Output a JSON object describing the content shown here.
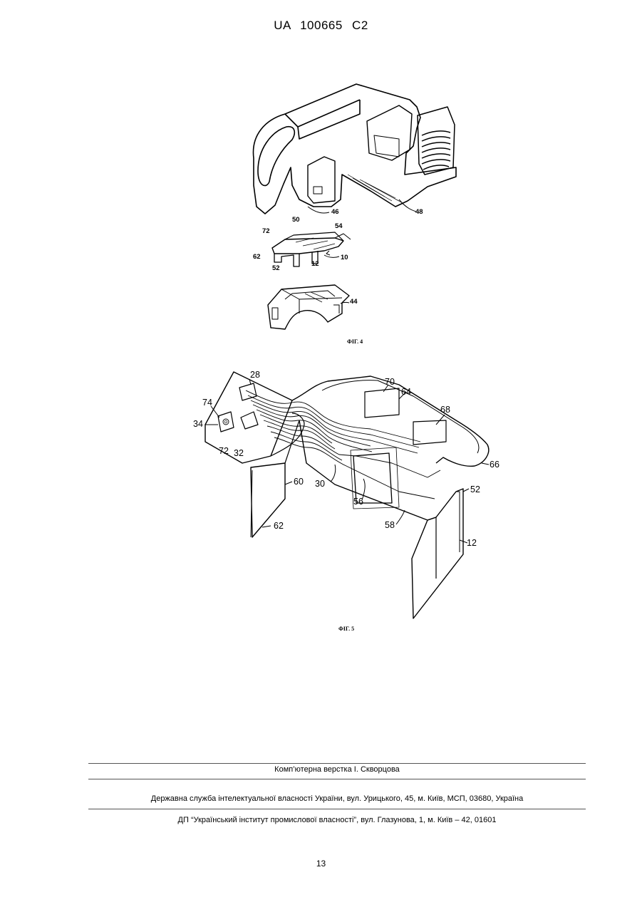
{
  "header": {
    "patent_id": "UA   100665   C2"
  },
  "figure4": {
    "caption": "ФІГ. 4",
    "labels": {
      "l46": "46",
      "l48": "48",
      "l50": "50",
      "l54": "54",
      "l72": "72",
      "l62": "62",
      "l52": "52",
      "l12": "12",
      "l10": "10",
      "l44": "44"
    }
  },
  "figure5": {
    "caption": "ФІГ. 5",
    "labels": {
      "l28": "28",
      "l74": "74",
      "l34": "34",
      "l72": "72",
      "l32": "32",
      "l70": "70",
      "l64": "64",
      "l68": "68",
      "l66": "66",
      "l52": "52",
      "l60": "60",
      "l30": "30",
      "l56": "56",
      "l58": "58",
      "l62": "62",
      "l12": "12"
    }
  },
  "footer": {
    "layout_credit": "Комп’ютерна верстка І. Скворцова",
    "agency": "Державна служба інтелектуальної власності України, вул. Урицького, 45, м. Київ, МСП, 03680, Україна",
    "publisher": "ДП “Український інститут промислової власності”, вул. Глазунова, 1, м. Київ – 42, 01601"
  },
  "page_number": "13"
}
